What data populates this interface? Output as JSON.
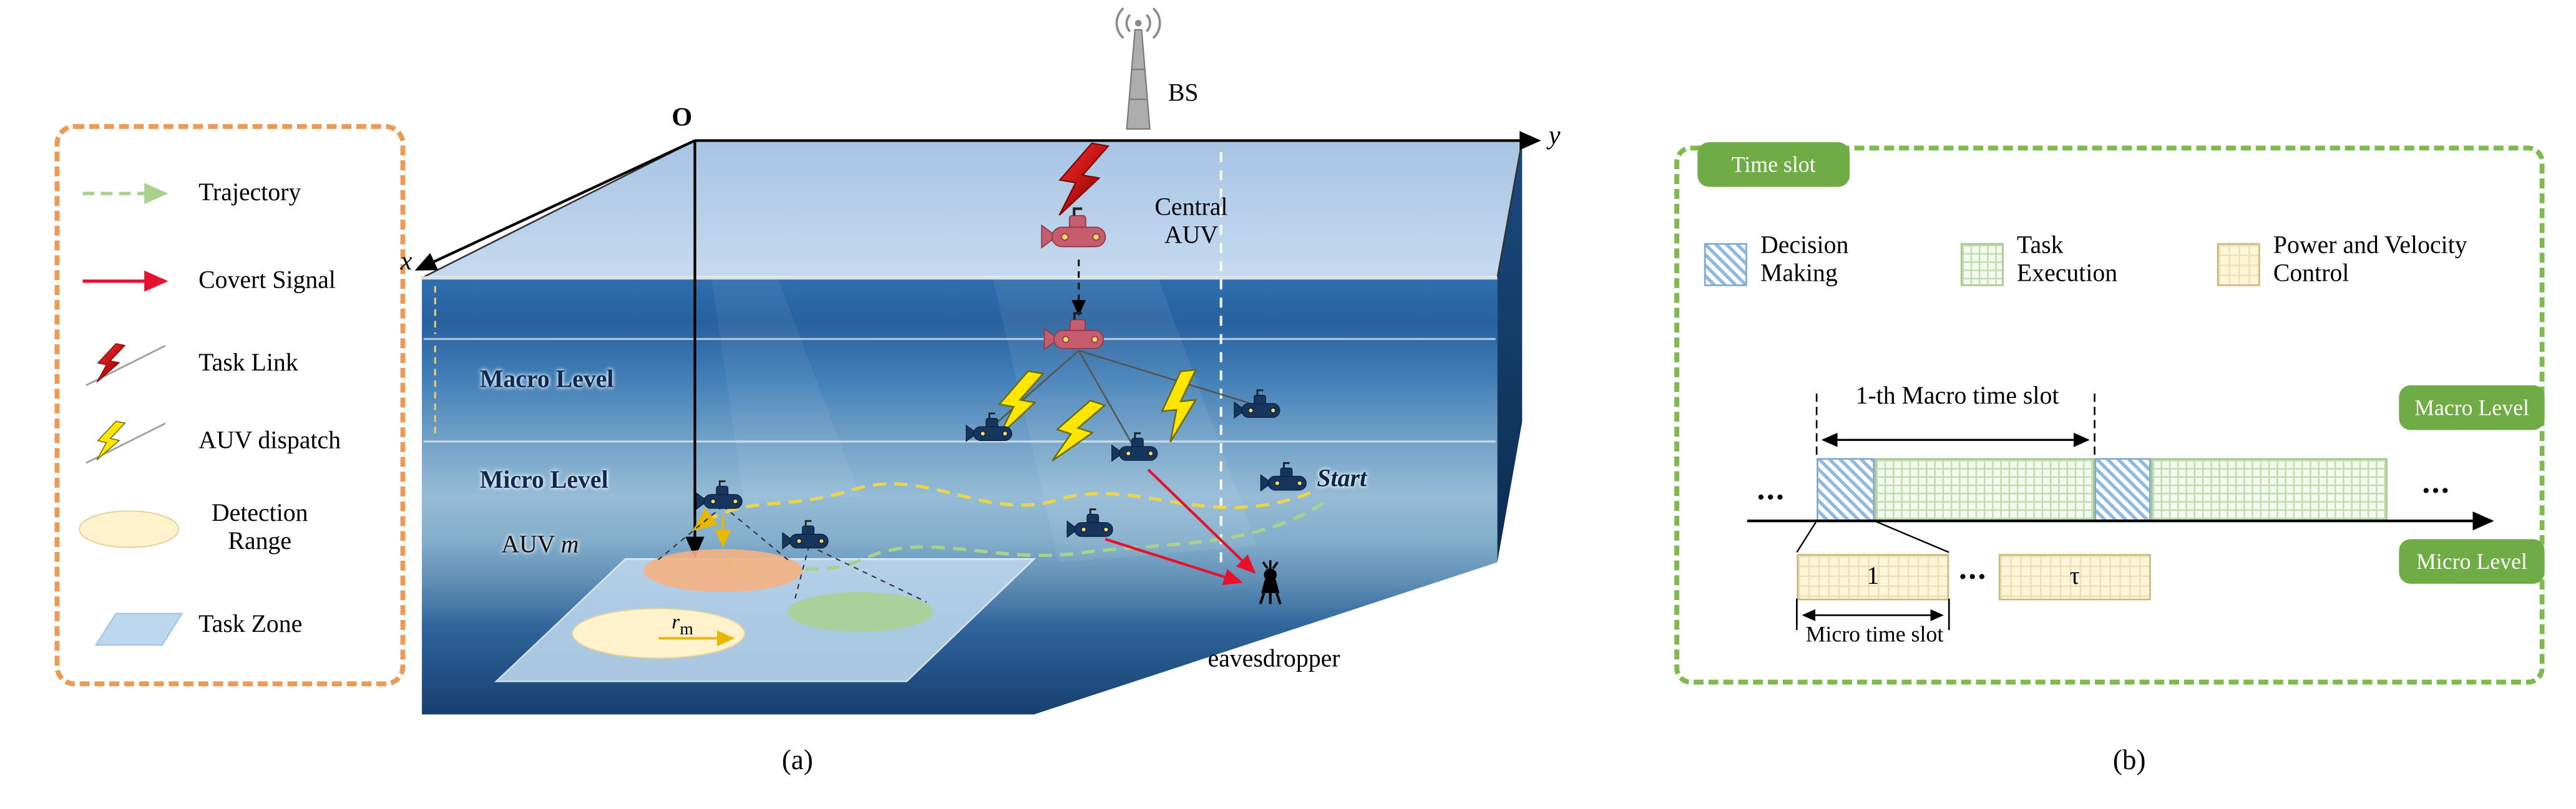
{
  "captions": {
    "a": "(a)",
    "b": "(b)"
  },
  "panel_a": {
    "legend": {
      "trajectory": "Trajectory",
      "covert_signal": "Covert Signal",
      "task_link": "Task Link",
      "auv_dispatch": "AUV dispatch",
      "detection_range": "Detection Range",
      "task_zone": "Task Zone"
    },
    "origin": "O",
    "axis_x": "x",
    "axis_y": "y",
    "bs": "BS",
    "central_auv_line1": "Central",
    "central_auv_line2": "AUV",
    "macro_level": "Macro Level",
    "micro_level": "Micro Level",
    "auv_m_prefix": "AUV",
    "auv_m_var": "m",
    "start": "Start",
    "eavesdropper": "eavesdropper",
    "radius_symbol": "r",
    "radius_subscript": "m"
  },
  "panel_b": {
    "time_slot_badge": "Time slot",
    "legend": {
      "decision": "Decision Making",
      "task": "Task Execution",
      "power": "Power and Velocity Control"
    },
    "macro_slot_label": "1-th Macro time slot",
    "macro_level_badge": "Macro Level",
    "micro_level_badge": "Micro Level",
    "micro_slot_first": "1",
    "micro_slot_dots": "...",
    "micro_slot_last": "τ",
    "micro_slot_label": "Micro time slot",
    "ellipsis_left": "...",
    "ellipsis_right": "..."
  },
  "colors": {
    "legend_border": "#ED9A56",
    "panel_b_border": "#7DBB4C",
    "badge_green": "#6FAC46",
    "covert_red": "#E8112D",
    "dispatch_yellow": "#FFE600",
    "trajectory_green": "#A9D18E",
    "detection_fill": "#FFF2CC",
    "task_zone_fill": "#BDD7EE",
    "water_top": "#A7C4E4",
    "water_deep": "#16406F"
  }
}
